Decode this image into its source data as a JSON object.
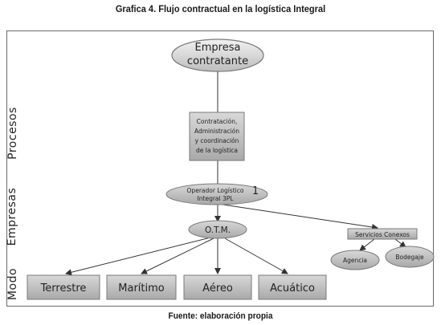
{
  "title": "Grafica  4. Flujo contractual en la logística Integral",
  "footer": "Fuente: elaboración propia",
  "side_labels": {
    "procesos": "Procesos",
    "empresas": "Empresas",
    "modo": "Modo"
  },
  "nodes": {
    "empresa": [
      "Empresa",
      "contratante"
    ],
    "proceso": [
      "Contratación,",
      "Administración",
      "y coordinación",
      "de la logística"
    ],
    "operador": [
      "Operador Logístico",
      "Integral 3PL"
    ],
    "operador_number": "1",
    "otm": "O.T.M.",
    "servicios": "Servicios Conexos",
    "agencia": "Agencia",
    "bodegaje": "Bodegaje",
    "modes": [
      "Terrestre",
      "Marítimo",
      "Aéreo",
      "Acuático"
    ]
  },
  "colors": {
    "node_fill_light": "#e6e6e6",
    "node_fill_dark": "#b9b9b9",
    "node_stroke": "#7a7a7a",
    "line": "#333333"
  }
}
